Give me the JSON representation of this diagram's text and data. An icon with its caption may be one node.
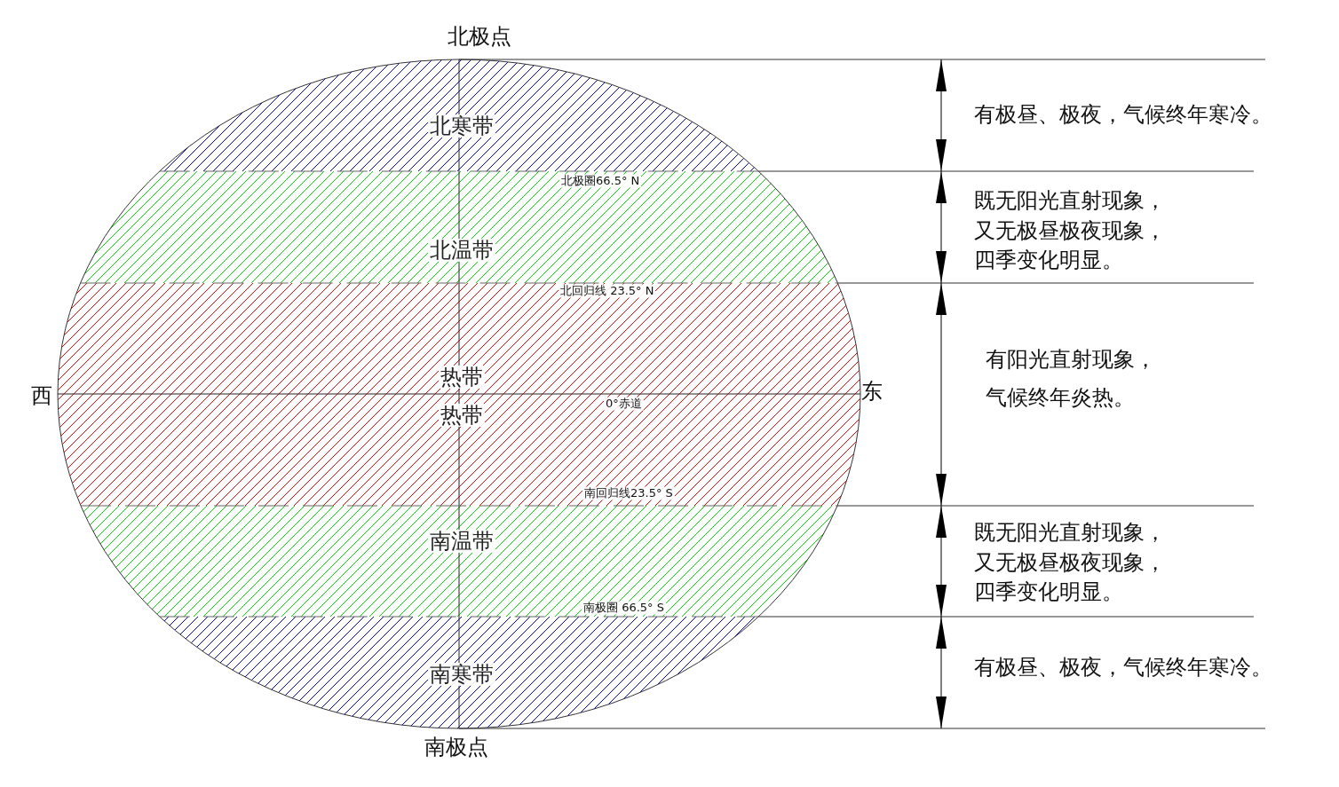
{
  "diagram": {
    "nodes": [
      {
        "text": [
          "北寒带"
        ]
      },
      {
        "text": [
          "北温带"
        ]
      },
      {
        "text": [
          "热带",
          "热带"
        ]
      },
      {
        "text": [
          "南温带"
        ]
      },
      {
        "text": [
          "南寒带"
        ]
      }
    ],
    "labels": [
      "北极点",
      "有极昼、极夜，气候终年寒冷。",
      "北极圈66.5° N",
      "既无阳光直射现象，又无极昼极夜现象，四季变化明显。",
      "北回归线 23.5° N",
      "有阳光直射现象，气候终年炎热。",
      "西",
      "东",
      "0°赤道",
      "南回归线23.5° S",
      "既无阳光直射现象，又无极昼极夜现象，四季变化明显。",
      "南极圈 66.5° S",
      "有极昼、极夜，气候终年寒冷。",
      "南极点"
    ]
  }
}
